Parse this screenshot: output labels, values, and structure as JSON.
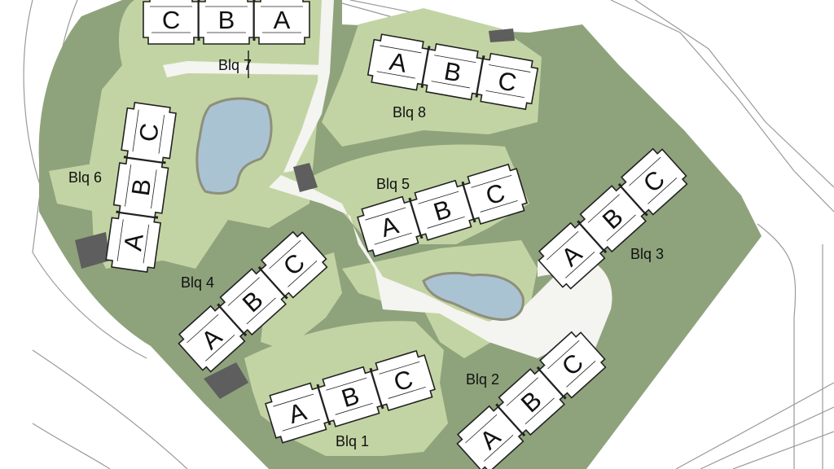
{
  "colors": {
    "background": "#ffffff",
    "dark_green": "#8ea37c",
    "light_green": "#c3d4a4",
    "path": "#f4f4f0",
    "water": "#a9c3d3",
    "building": "#ffffff",
    "building_stroke": "#222222",
    "dark_patch": "#5e5e5e"
  },
  "map": {
    "blocks": [
      {
        "id": "blq1",
        "label": "Blq 1",
        "units": [
          "A",
          "B",
          "C"
        ]
      },
      {
        "id": "blq2",
        "label": "Blq 2",
        "units": [
          "A",
          "B",
          "C"
        ]
      },
      {
        "id": "blq3",
        "label": "Blq 3",
        "units": [
          "A",
          "B",
          "C"
        ]
      },
      {
        "id": "blq4",
        "label": "Blq 4",
        "units": [
          "A",
          "B",
          "C"
        ]
      },
      {
        "id": "blq5",
        "label": "Blq 5",
        "units": [
          "A",
          "B",
          "C"
        ]
      },
      {
        "id": "blq6",
        "label": "Blq 6",
        "units": [
          "A",
          "B",
          "C"
        ]
      },
      {
        "id": "blq7",
        "label": "Blq 7",
        "units": [
          "C",
          "B",
          "A"
        ]
      },
      {
        "id": "blq8",
        "label": "Blq 8",
        "units": [
          "A",
          "B",
          "C"
        ]
      }
    ]
  }
}
